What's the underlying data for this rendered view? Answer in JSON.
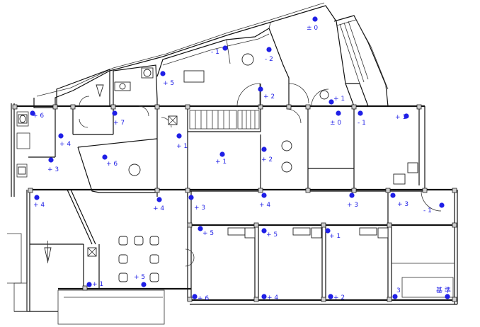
{
  "plan": {
    "level_marks": [
      {
        "label": "± 0"
      },
      {
        "label": "- 1"
      },
      {
        "label": "- 2"
      },
      {
        "label": "+ 5"
      },
      {
        "label": "+ 2"
      },
      {
        "label": "+ 1"
      },
      {
        "label": "± 0"
      },
      {
        "label": "- 1"
      },
      {
        "label": "+ 1"
      },
      {
        "label": "+ 6"
      },
      {
        "label": "+ 7"
      },
      {
        "label": "+ 4"
      },
      {
        "label": "+ 1"
      },
      {
        "label": "+ 6"
      },
      {
        "label": "+ 3"
      },
      {
        "label": "+ 1"
      },
      {
        "label": "+ 2"
      },
      {
        "label": "+ 4"
      },
      {
        "label": "+ 4"
      },
      {
        "label": "+ 3"
      },
      {
        "label": "+ 4"
      },
      {
        "label": "+ 3"
      },
      {
        "label": "+ 3"
      },
      {
        "label": "- 1"
      },
      {
        "label": "+ 5"
      },
      {
        "label": "+ 5"
      },
      {
        "label": "+ 1"
      },
      {
        "label": "+ 5"
      },
      {
        "label": "+ 1"
      },
      {
        "label": "+ 6"
      },
      {
        "label": "+ 4"
      },
      {
        "label": "+ 2"
      },
      {
        "label": "3"
      },
      {
        "label": "基 準"
      }
    ]
  }
}
